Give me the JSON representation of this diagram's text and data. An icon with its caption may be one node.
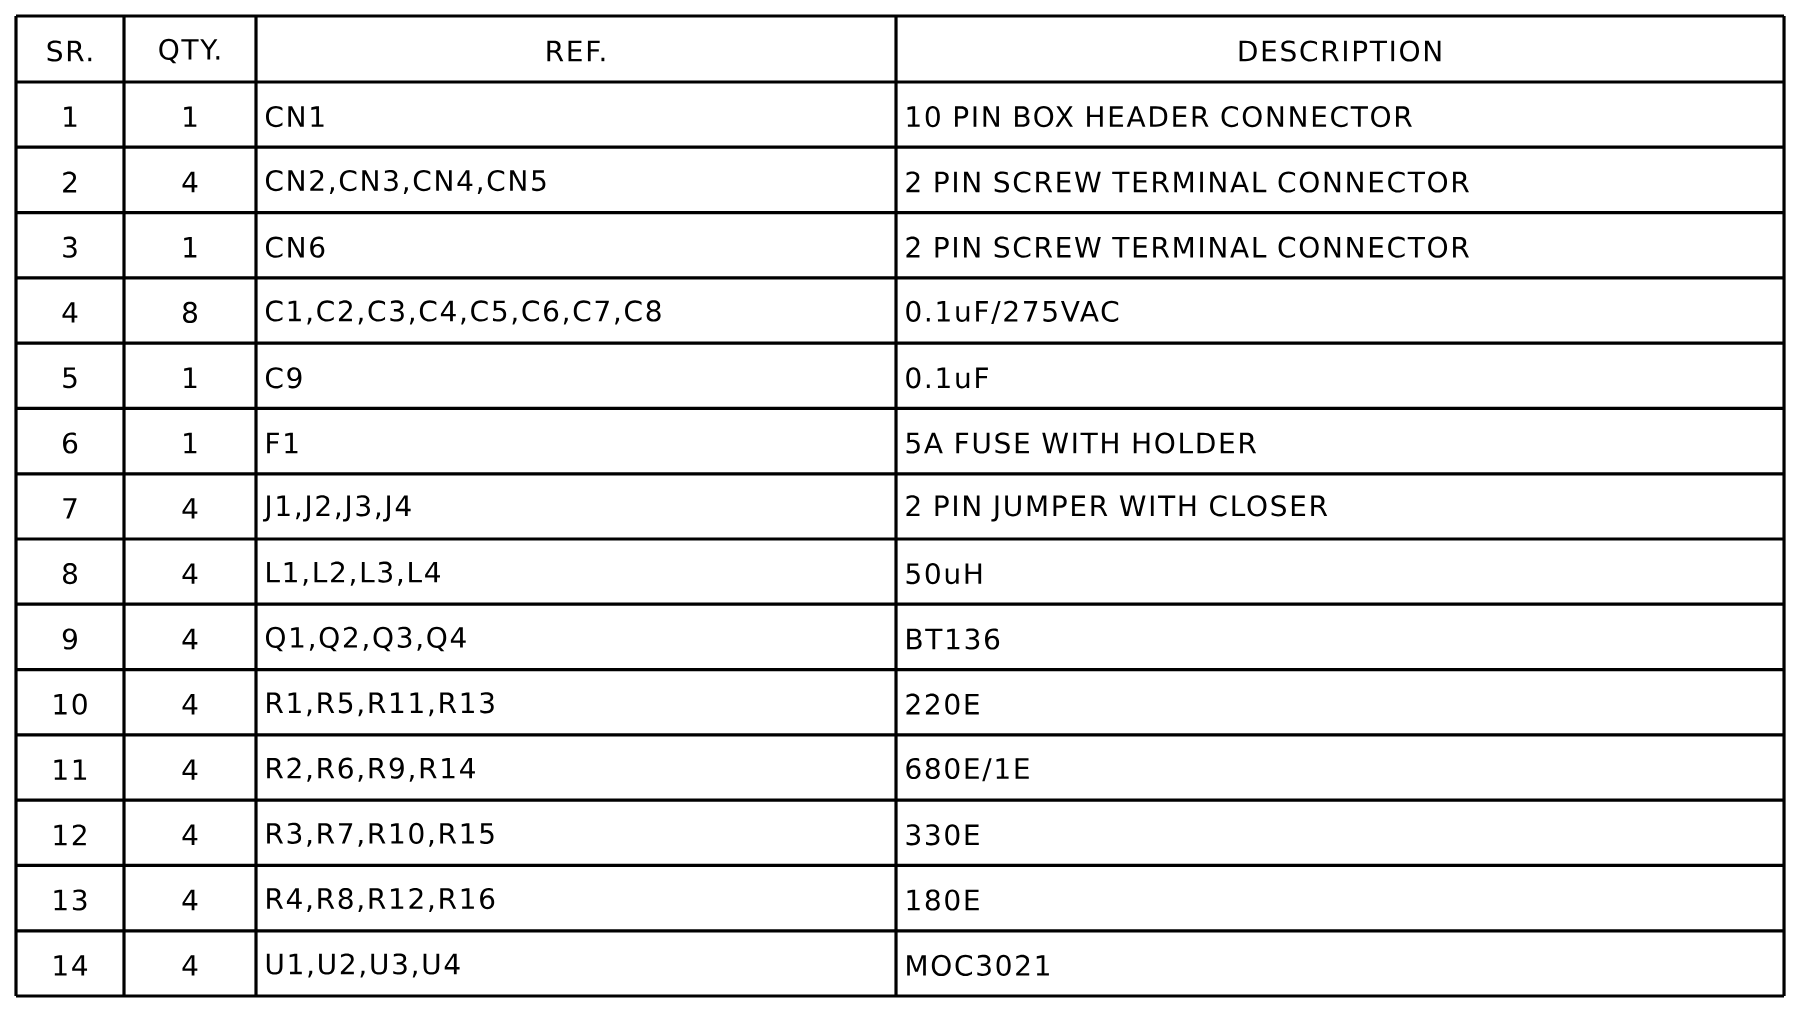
{
  "diagram": {
    "labels": [
      "SR.",
      "QTY.",
      "REF.",
      "DESCRIPTION",
      "1",
      "1",
      "CN1",
      "10 PIN BOX HEADER CONNECTOR",
      "2",
      "4",
      "CN2,CN3,CN4,CN5",
      "2 PIN SCREW TERMINAL CONNECTOR",
      "3",
      "1",
      "CN6",
      "2 PIN SCREW TERMINAL CONNECTOR",
      "4",
      "8",
      "C1,C2,C3,C4,C5,C6,C7,C8",
      "0.1uF/275VAC",
      "5",
      "1",
      "C9",
      "0.1uF",
      "6",
      "1",
      "F1",
      "5A FUSE WITH HOLDER",
      "7",
      "4",
      "J1,J2,J3,J4",
      "2 PIN JUMPER WITH CLOSER",
      "8",
      "4",
      "L1,L2,L3,L4",
      "50uH",
      "9",
      "4",
      "Q1,Q2,Q3,Q4",
      "BT136",
      "10",
      "4",
      "R1,R5,R11,R13",
      "220E",
      "11",
      "4",
      "R2,R6,R9,R14",
      "680E/1E",
      "12",
      "4",
      "R3,R7,R10,R15",
      "330E",
      "13",
      "4",
      "R4,R8,R12,R16",
      "180E",
      "14",
      "4",
      "U1,U2,U3,U4",
      "MOC3021"
    ]
  }
}
